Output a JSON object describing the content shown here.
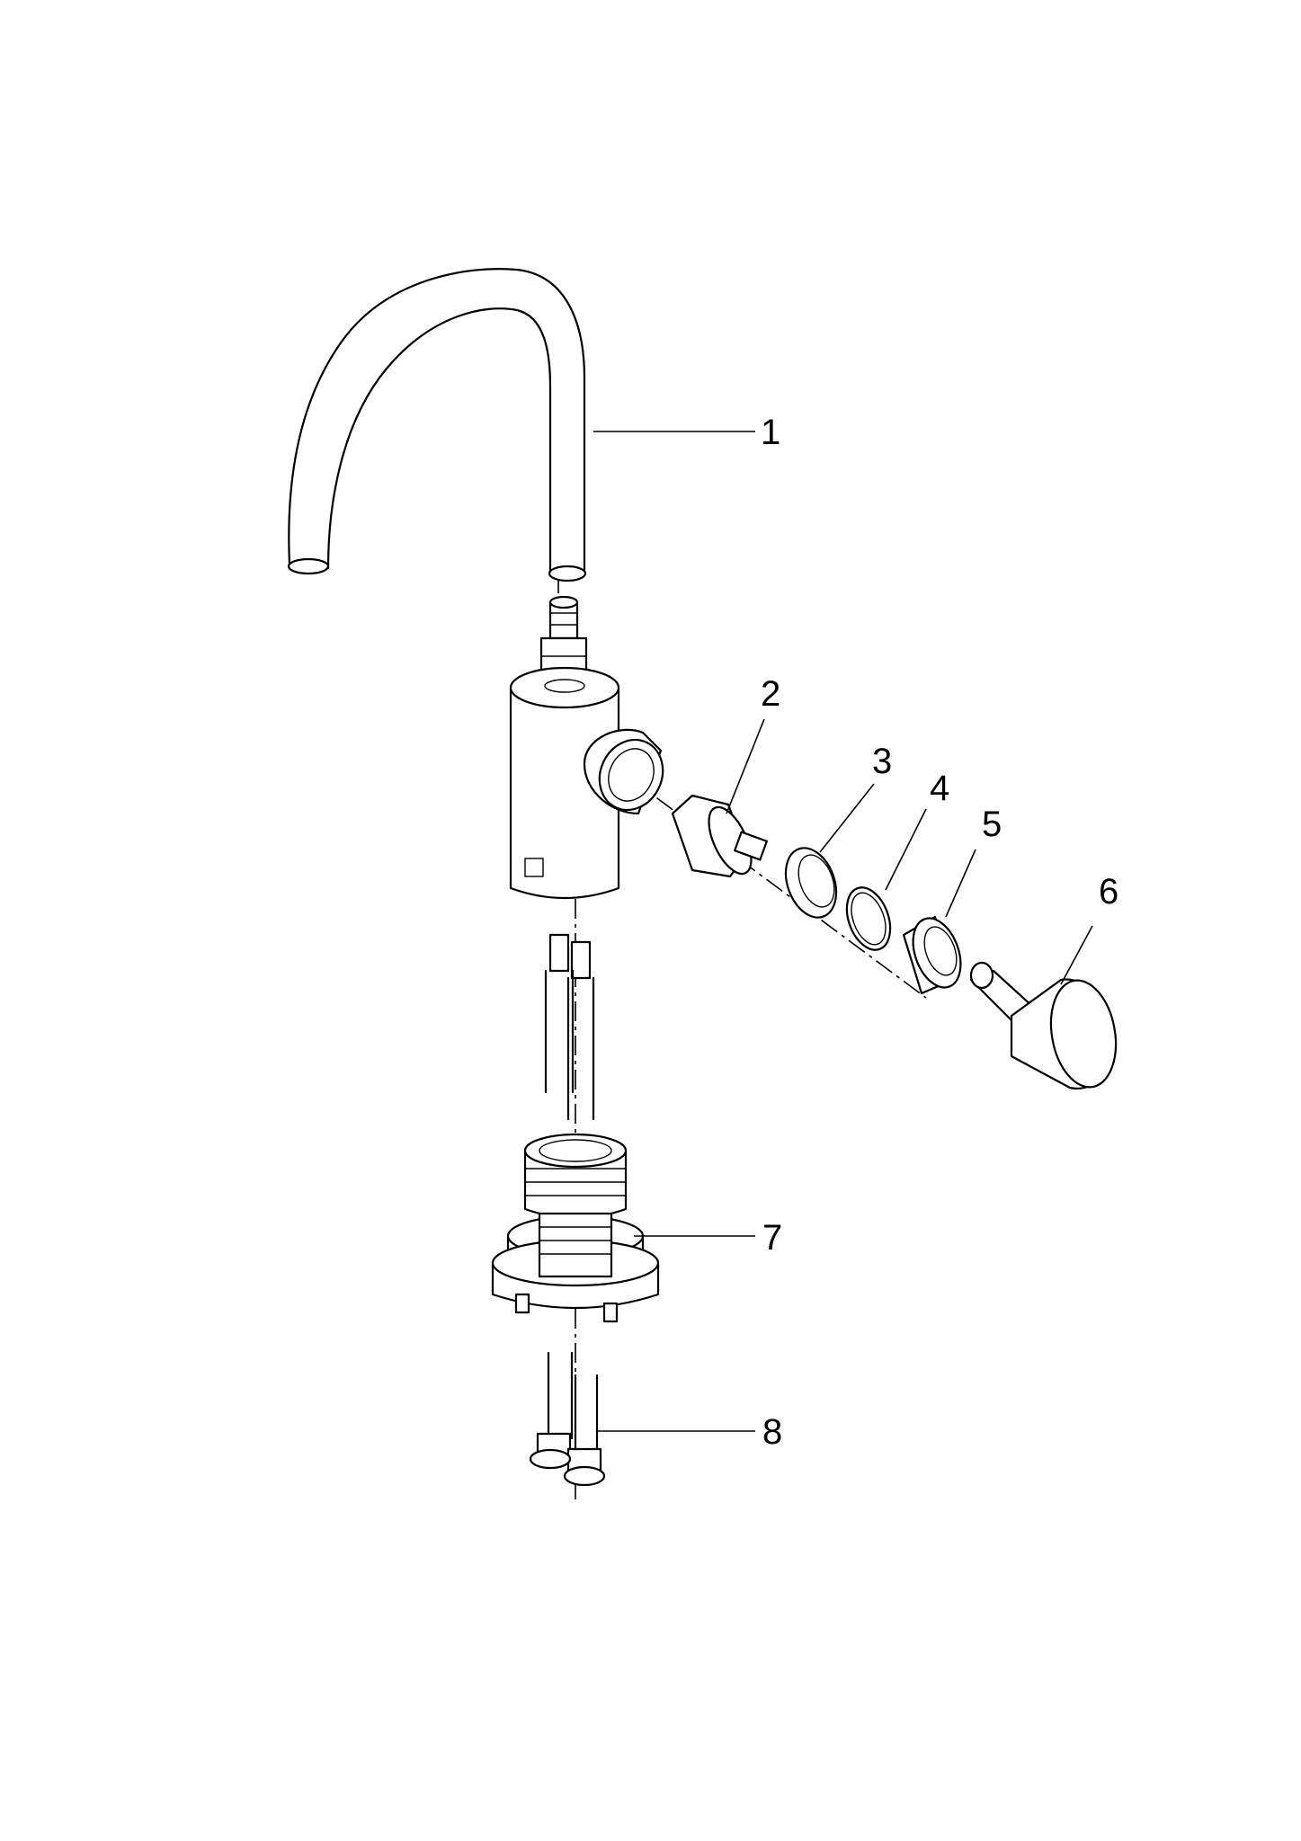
{
  "callouts": [
    "1",
    "2",
    "3",
    "4",
    "5",
    "6",
    "7",
    "8"
  ]
}
